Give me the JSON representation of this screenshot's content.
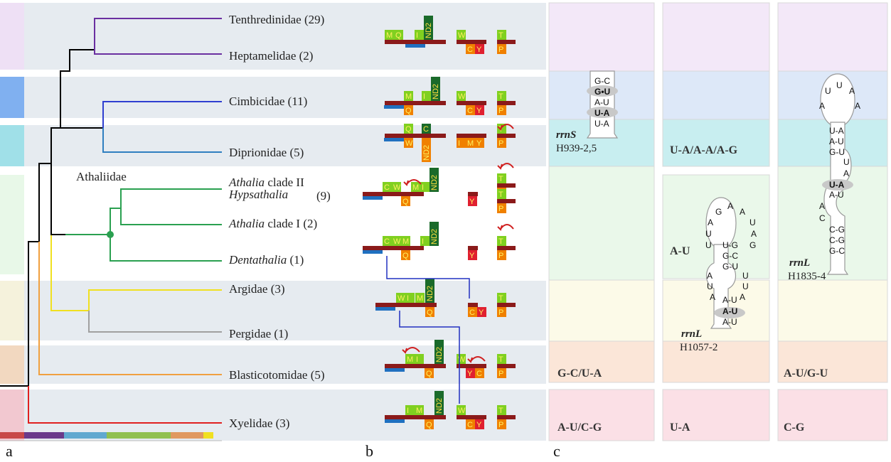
{
  "panels": {
    "a": "a",
    "b": "b",
    "c": "c"
  },
  "taxa": {
    "tenthredinidae": "Tenthredinidae (29)",
    "heptamelidae": "Heptamelidae (2)",
    "cimbicidae": "Cimbicidae (11)",
    "diprionidae": "Diprionidae (5)",
    "athaliidae": "Athaliidae",
    "athalia2_genus": "Athalia",
    "athalia2_rest": " clade II",
    "hypsathalia": "Hypsathalia",
    "hyps_count": "(9)",
    "athalia1_genus": "Athalia",
    "athalia1_rest": " clade I (2)",
    "dentathalia_genus": "Dentathalia",
    "dentathalia_rest": " (1)",
    "argidae": "Argidae (3)",
    "pergidae": "Pergidae (1)",
    "blasticotomidae": "Blasticotomidae (5)",
    "xyelidae": "Xyelidae (3)"
  },
  "gene_labels": {
    "M": "M",
    "Q": "Q",
    "I": "I",
    "ND2": "ND2",
    "W": "W",
    "C": "C",
    "Y": "Y",
    "T": "T",
    "P": "P"
  },
  "pair_labels": {
    "col1_orange": "G-C/U-A",
    "col1_red": "A-U/C-G",
    "col2_cyan": "U-A/A-A/A-G",
    "col2_green": "A-U",
    "col2_red": "U-A",
    "col3_orange": "A-U/G-U",
    "col3_red": "C-G"
  },
  "structures": {
    "s1": {
      "name": "rrnS",
      "id": "H939-2,5",
      "pairs": [
        "G-C",
        "G•U",
        "A-U",
        "U-A",
        "U-A"
      ]
    },
    "s2": {
      "name": "rrnL",
      "id": "H1057-2"
    },
    "s3": {
      "name": "rrnL",
      "id": "H1835-4"
    }
  },
  "colors": {
    "tenthredinidae": "#6a2fa0",
    "cimbicidae": "#2f3fd0",
    "diprionidae": "#2f7fc0",
    "athaliidae": "#2aa050",
    "argidae": "#f0e020",
    "pergidae": "#a0a0a0",
    "blasticotomidae": "#f0a040",
    "xyelidae": "#e02020",
    "gene_green": "#80d020",
    "gene_orange": "#f08000",
    "gene_red": "#e02030",
    "bar_dark": "#8b1a1a"
  }
}
